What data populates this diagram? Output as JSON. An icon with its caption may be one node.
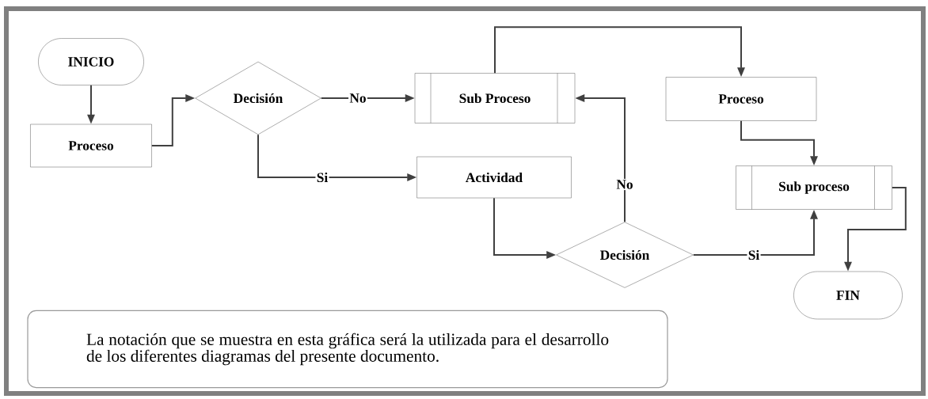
{
  "diagram": {
    "nodes": [
      {
        "text": [
          "INICIO"
        ]
      },
      {
        "text": [
          "Proceso"
        ]
      },
      {
        "text": [
          "Decisión"
        ]
      },
      {
        "text": [
          "Sub Proceso"
        ]
      },
      {
        "text": [
          "Actividad"
        ]
      },
      {
        "text": [
          "Proceso"
        ]
      },
      {
        "text": [
          "Decisión"
        ]
      },
      {
        "text": [
          "Sub proceso"
        ]
      },
      {
        "text": [
          "FIN"
        ]
      },
      {
        "text": [
          "La notación que se muestra en  esta gráfica será la utilizada para el desarrollo de los diferentes diagramas del presente documento."
        ]
      }
    ],
    "edges": [
      {
        "from": 0,
        "to": 1,
        "arrow": "to"
      },
      {
        "from": 1,
        "to": 2,
        "arrow": "to"
      },
      {
        "from": 2,
        "to": 3,
        "arrow": "to",
        "label": "No"
      },
      {
        "from": 2,
        "to": 4,
        "arrow": "to",
        "label": "Si"
      },
      {
        "from": 3,
        "to": 5,
        "arrow": "to"
      },
      {
        "from": 4,
        "to": 6,
        "arrow": "to"
      },
      {
        "from": 6,
        "to": 3,
        "arrow": "to",
        "label": "No"
      },
      {
        "from": 5,
        "to": 7,
        "arrow": "to"
      },
      {
        "from": 6,
        "to": 7,
        "arrow": "to",
        "label": "Si"
      },
      {
        "from": 7,
        "to": 8,
        "arrow": "to"
      }
    ]
  }
}
